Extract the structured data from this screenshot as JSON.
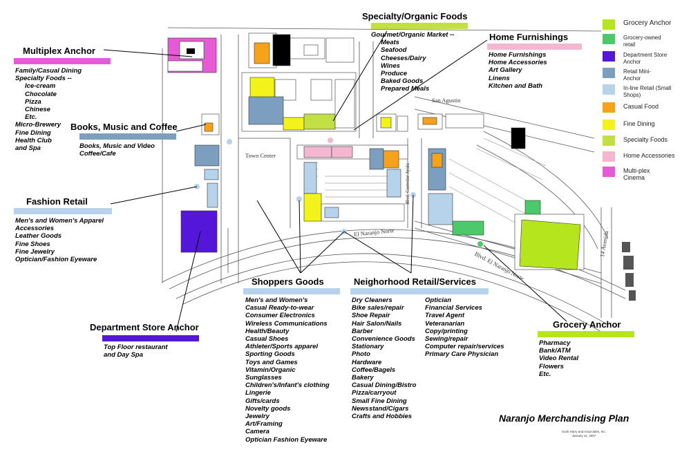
{
  "plan_title": "Naranjo Merchandising Plan",
  "credit": {
    "line1": "Sush Harry and Associates, Inc.",
    "line2": "January 11, 2007"
  },
  "streets": {
    "san_agustin": "San Agustin",
    "town_center": "Town Center",
    "el_naranjo_norte": "El Naranjo Norte",
    "blvd_el_naranjo_norte": "Blvd. El Naranjo Norte",
    "avenida_14": "14 Avenida",
    "blvd_corridor": "Blvd. Corredor Ayala"
  },
  "colors": {
    "grocery_anchor": "#b5e61d",
    "grocery_owned": "#4cc96b",
    "department_store": "#5416d9",
    "retail_mini_anchor": "#7d9fbf",
    "inline_retail": "#b7d3ec",
    "casual_food": "#f7a21b",
    "fine_dining": "#f3f21b",
    "specialty_foods": "#c2e046",
    "home_accessories": "#f5b6d2",
    "multiplex": "#e65ad6"
  },
  "legend": [
    {
      "label": "Grocery Anchor",
      "color": "#b5e61d"
    },
    {
      "label": "Grocery-owned retail",
      "color": "#4cc96b"
    },
    {
      "label": "Department Store Anchor",
      "color": "#5416d9"
    },
    {
      "label": "Retail Mini-Anchor",
      "color": "#7d9fbf"
    },
    {
      "label": "In-line Retail (Small Shops)",
      "color": "#b7d3ec"
    },
    {
      "label": "Casual Food",
      "color": "#f7a21b"
    },
    {
      "label": "Fine Dining",
      "color": "#f3f21b"
    },
    {
      "label": "Specialty Foods",
      "color": "#c2e046"
    },
    {
      "label": "Home Accessories",
      "color": "#f5b6d2"
    },
    {
      "label": "Multi-plex Cinema",
      "color": "#e65ad6"
    }
  ],
  "categories": {
    "multiplex": {
      "title": "Multiplex Anchor",
      "items": [
        "Family/Casual Dining",
        "Specialty Foods --",
        "Ice-cream",
        "Chocolate",
        "Pizza",
        "Chinese",
        "Etc.",
        "Micro-Brewery",
        "Fine Dining",
        "Health Club",
        "and Spa"
      ]
    },
    "books": {
      "title": "Books, Music and Coffee",
      "items": [
        "Books, Music and Video",
        "Coffee/Cafe"
      ]
    },
    "fashion": {
      "title": "Fashion Retail",
      "items": [
        "Men's and Women's Apparel",
        "Accessories",
        "Leather Goods",
        "Fine Shoes",
        "Fine Jewelry",
        "Optician/Fashion Eyeware"
      ]
    },
    "department": {
      "title": "Department Store Anchor",
      "items": [
        "Top Floor restaurant",
        "and Day Spa"
      ]
    },
    "specialty": {
      "title": "Specialty/Organic Foods",
      "items": [
        "Gourmet/Organic Market --",
        "Meats",
        "Seafood",
        "Cheeses/Dairy",
        "Wines",
        "Produce",
        "Baked Goods",
        "Prepared Meals"
      ]
    },
    "home": {
      "title": "Home Furnishings",
      "items": [
        "Home Furnishings",
        "Home Accessories",
        "Art Gallery",
        "Linens",
        "Kitchen and Bath"
      ]
    },
    "shoppers": {
      "title": "Shoppers Goods",
      "items": [
        "Men's and Women's",
        "Casual Ready-to-wear",
        "Consumer Electronics",
        "Wireless Communications",
        "Health/Beauty",
        "Casual Shoes",
        "Athleter/Sports apparel",
        "Sporting Goods",
        "Toys and Games",
        "Vitamin/Organic",
        "Sunglasses",
        "Children's/Infant's clothing",
        "Lingerie",
        "Gifts/cards",
        "Novelty goods",
        "Jewelry",
        "Art/Framing",
        "Camera",
        "Optician Fashion Eyeware"
      ]
    },
    "neighborhood": {
      "title": "Neighorhood Retail/Services",
      "col1": [
        "Dry Cleaners",
        "Bike sales/repair",
        "Shoe Repair",
        "Hair Salon/Nails",
        "Barber",
        "Convenience Goods",
        "Stationary",
        "Photo",
        "Hardware",
        "Coffee/Bagels",
        "Bakery",
        "Casual Dining/Bistro",
        "Pizza/carryout",
        "Small Fine Dining",
        "Newsstand/Cigars",
        "Crafts and Hobbies"
      ],
      "col2": [
        "Optician",
        "Financial Services",
        "Travel Agent",
        "Veteranarian",
        "Copy/printing",
        "Sewing/repair",
        "Computer repair/services",
        "Primary Care Physician"
      ]
    },
    "grocery": {
      "title": "Grocery Anchor",
      "items": [
        "Pharmacy",
        "Bank/ATM",
        "Video Rental",
        "Flowers",
        "Etc."
      ]
    }
  }
}
